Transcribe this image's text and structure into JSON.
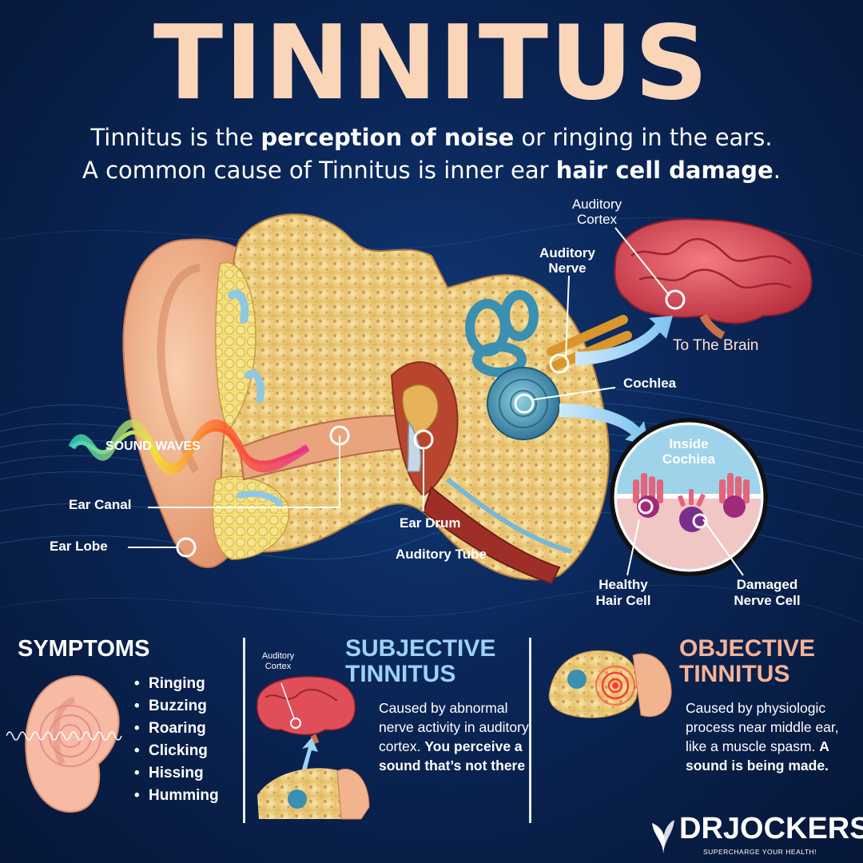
{
  "title": "TINNITUS",
  "intro": {
    "line1_pre": "Tinnitus is the ",
    "line1_bold": "perception of noise",
    "line1_post": " or ringing in the ears.",
    "line2_pre": "A common cause of Tinnitus is inner ear ",
    "line2_bold": "hair cell damage",
    "line2_post": "."
  },
  "labels": {
    "sound_waves": "SOUND WAVES",
    "ear_canal": "Ear Canal",
    "ear_lobe": "Ear Lobe",
    "ear_drum": "Ear Drum",
    "auditory_tube": "Auditory Tube",
    "auditory_nerve_1": "Auditory",
    "auditory_nerve_2": "Nerve",
    "auditory_cortex_1": "Auditory",
    "auditory_cortex_2": "Cortex",
    "to_the_brain": "To The Brain",
    "cochlea": "Cochlea",
    "inside_cochlea_1": "Inside",
    "inside_cochlea_2": "Cochiea",
    "healthy_1": "Healthy",
    "healthy_2": "Hair Cell",
    "damaged_1": "Damaged",
    "damaged_2": "Nerve Cell"
  },
  "symptoms": {
    "title": "SYMPTOMS",
    "items": [
      "Ringing",
      "Buzzing",
      "Roaring",
      "Clicking",
      "Hissing",
      "Humming"
    ]
  },
  "subjective": {
    "title_1": "SUBJECTIVE",
    "title_2": "TINNITUS",
    "small_cortex_1": "Auditory",
    "small_cortex_2": "Cortex",
    "desc": "Caused by abnormal nerve activity in auditory cortex.",
    "desc_bold": "You perceive a sound that’s not there"
  },
  "objective": {
    "title_1": "OBJECTIVE",
    "title_2": "TINNITUS",
    "desc": "Caused by physiologic process near middle ear, like a muscle spasm.",
    "desc_bold": "A sound is being made."
  },
  "logo": {
    "name": "DRJOCKERS",
    "tagline": "SUPERCHARGE YOUR HEALTH!"
  },
  "colors": {
    "title": "#fbd5b8",
    "subjective": "#9bd3f5",
    "objective": "#f6b397",
    "background": "#0a2556",
    "skin": "#f2b48e",
    "bone": "#f3d98a",
    "brain": "#e2505b",
    "cochlea": "#3b8fb0"
  }
}
